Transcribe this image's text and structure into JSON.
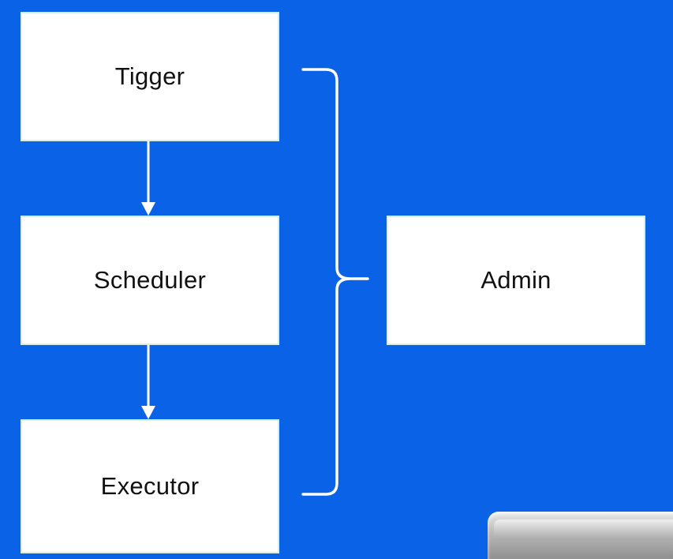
{
  "diagram": {
    "nodes": {
      "tigger": "Tigger",
      "scheduler": "Scheduler",
      "executor": "Executor",
      "admin": "Admin"
    },
    "edges": [
      {
        "from": "tigger",
        "to": "scheduler"
      },
      {
        "from": "scheduler",
        "to": "executor"
      }
    ],
    "group": {
      "members": [
        "tigger",
        "scheduler",
        "executor"
      ],
      "managed_by": "admin"
    }
  },
  "colors": {
    "background": "#0a63e6",
    "box_fill": "#ffffff",
    "box_border": "#d7efe3",
    "connector": "#ffffff"
  }
}
